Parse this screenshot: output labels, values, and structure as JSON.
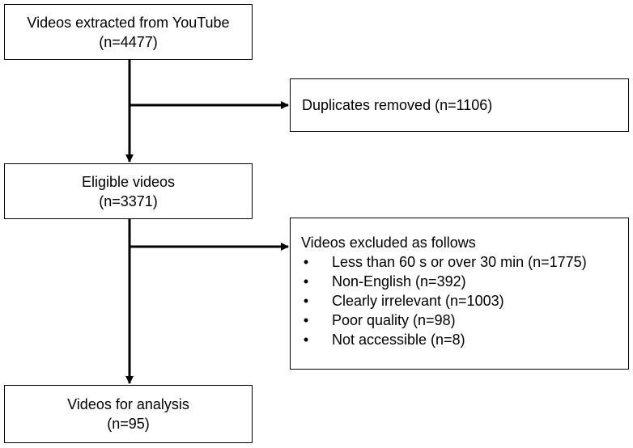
{
  "boxes": {
    "extracted": {
      "line1": "Videos extracted from YouTube",
      "line2": "(n=4477)"
    },
    "duplicates": {
      "text": "Duplicates removed (n=1106)"
    },
    "eligible": {
      "line1": "Eligible videos",
      "line2": "(n=3371)"
    },
    "excluded": {
      "heading": "Videos excluded as follows",
      "items": [
        "Less than 60 s or over 30 min (n=1775)",
        "Non-English (n=392)",
        "Clearly irrelevant (n=1003)",
        "Poor quality (n=98)",
        "Not accessible (n=8)"
      ]
    },
    "analysis": {
      "line1": "Videos for analysis",
      "line2": "(n=95)"
    }
  },
  "bullet_glyph": "•",
  "colors": {
    "line": "#000000",
    "box_border": "#000000",
    "background": "#ffffff"
  }
}
